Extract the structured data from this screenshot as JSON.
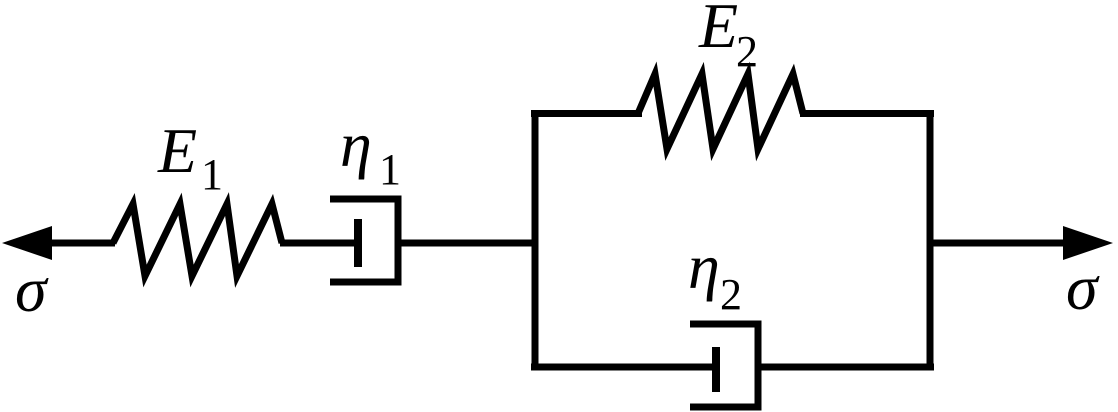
{
  "diagram": {
    "labels": {
      "spring1": {
        "symbol": "E",
        "subscript": "1"
      },
      "dashpot1": {
        "symbol": "η",
        "subscript": "1"
      },
      "spring2": {
        "symbol": "E",
        "subscript": "2"
      },
      "dashpot2": {
        "symbol": "η",
        "subscript": "2"
      },
      "stress_left": "σ",
      "stress_right": "σ"
    },
    "colors": {
      "ink": "#000000",
      "background": "#ffffff"
    }
  }
}
